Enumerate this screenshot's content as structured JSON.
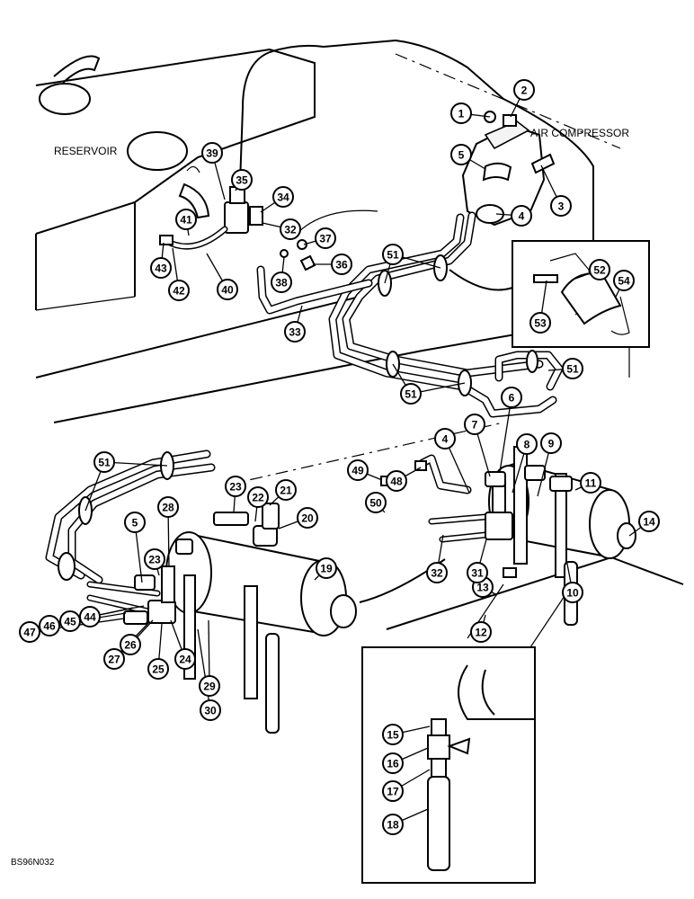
{
  "labels": {
    "reservoir": "RESERVOIR",
    "air_compressor": "AIR COMPRESSOR",
    "drawing_code": "BS96N032"
  },
  "callouts": [
    {
      "num": "1"
    },
    {
      "num": "2"
    },
    {
      "num": "3"
    },
    {
      "num": "4"
    },
    {
      "num": "5"
    },
    {
      "num": "39"
    },
    {
      "num": "35"
    },
    {
      "num": "34"
    },
    {
      "num": "32"
    },
    {
      "num": "37"
    },
    {
      "num": "36"
    },
    {
      "num": "38"
    },
    {
      "num": "41"
    },
    {
      "num": "43"
    },
    {
      "num": "42"
    },
    {
      "num": "40"
    },
    {
      "num": "33"
    },
    {
      "num": "51"
    },
    {
      "num": "52"
    },
    {
      "num": "54"
    },
    {
      "num": "53"
    },
    {
      "num": "51"
    },
    {
      "num": "51"
    },
    {
      "num": "6"
    },
    {
      "num": "7"
    },
    {
      "num": "4"
    },
    {
      "num": "8"
    },
    {
      "num": "9"
    },
    {
      "num": "11"
    },
    {
      "num": "14"
    },
    {
      "num": "10"
    },
    {
      "num": "13"
    },
    {
      "num": "12"
    },
    {
      "num": "49"
    },
    {
      "num": "48"
    },
    {
      "num": "50"
    },
    {
      "num": "32"
    },
    {
      "num": "31"
    },
    {
      "num": "51"
    },
    {
      "num": "23"
    },
    {
      "num": "22"
    },
    {
      "num": "21"
    },
    {
      "num": "20"
    },
    {
      "num": "19"
    },
    {
      "num": "5"
    },
    {
      "num": "28"
    },
    {
      "num": "23"
    },
    {
      "num": "47"
    },
    {
      "num": "46"
    },
    {
      "num": "45"
    },
    {
      "num": "44"
    },
    {
      "num": "26"
    },
    {
      "num": "27"
    },
    {
      "num": "25"
    },
    {
      "num": "24"
    },
    {
      "num": "29"
    },
    {
      "num": "30"
    },
    {
      "num": "15"
    },
    {
      "num": "16"
    },
    {
      "num": "17"
    },
    {
      "num": "18"
    }
  ]
}
